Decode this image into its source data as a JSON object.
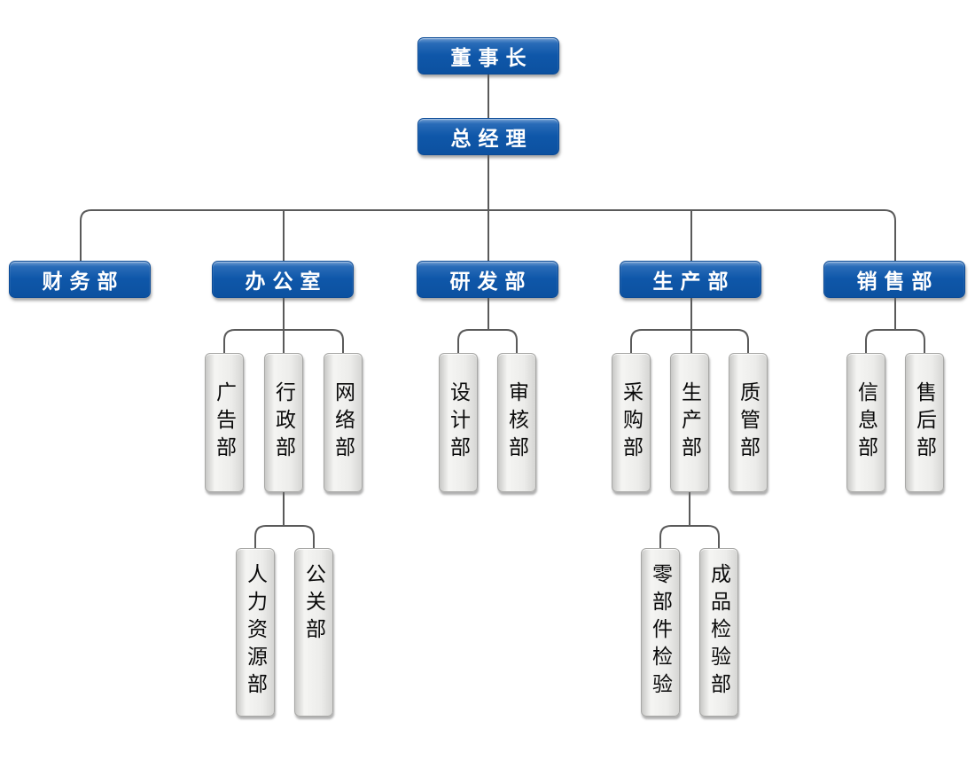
{
  "diagram": {
    "type": "org-chart",
    "colors": {
      "primary_node": "#0f57a9",
      "primary_text": "#ffffff",
      "secondary_node": "#ececea",
      "secondary_text": "#0a0a0a",
      "connector": "#5a5a5a",
      "background": "#ffffff"
    },
    "nodes": {
      "chairman": "董事长",
      "general_manager": "总经理",
      "finance": "财务部",
      "office": "办公室",
      "rnd": "研发部",
      "production": "生产部",
      "sales": "销售部",
      "advertising": "广告部",
      "administration": "行政部",
      "network": "网络部",
      "design": "设计部",
      "audit": "审核部",
      "purchasing": "采购部",
      "production_sub": "生产部",
      "quality": "质管部",
      "hr": "人力资源部",
      "pr": "公关部",
      "parts_inspection": "零部件检验",
      "finished_inspection": "成品检验部",
      "information": "信息部",
      "after_sales": "售后部"
    },
    "hierarchy": {
      "chairman": [
        "general_manager"
      ],
      "general_manager": [
        "finance",
        "office",
        "rnd",
        "production",
        "sales"
      ],
      "office": [
        "advertising",
        "administration",
        "network"
      ],
      "administration": [
        "hr",
        "pr"
      ],
      "rnd": [
        "design",
        "audit"
      ],
      "production": [
        "purchasing",
        "production_sub",
        "quality"
      ],
      "production_sub": [
        "parts_inspection",
        "finished_inspection"
      ],
      "sales": [
        "information",
        "after_sales"
      ]
    }
  }
}
